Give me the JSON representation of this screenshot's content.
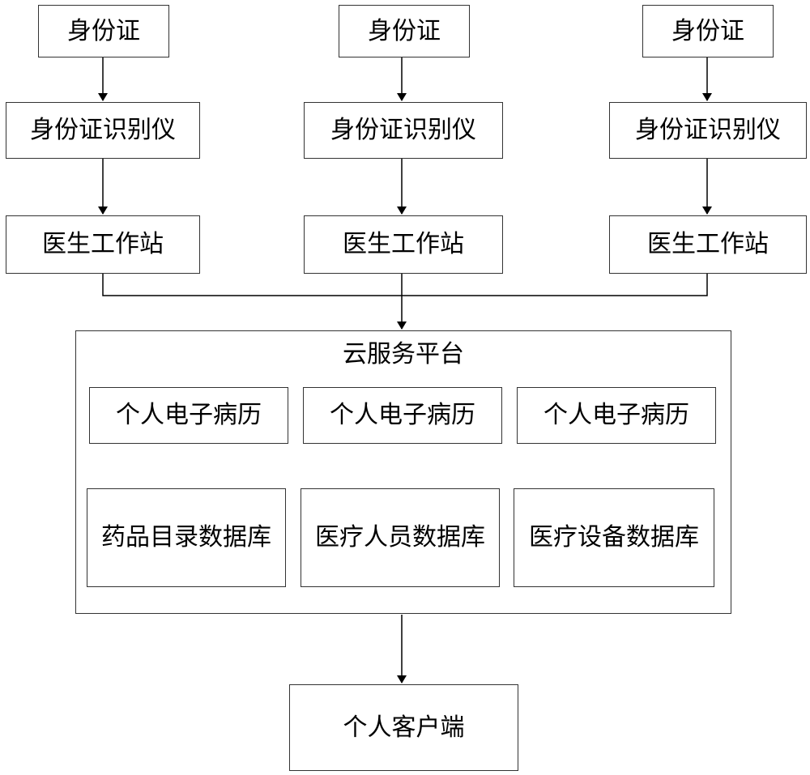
{
  "columns": [
    {
      "id_card": "身份证",
      "id_reader": "身份证识别仪",
      "workstation": "医生工作站"
    },
    {
      "id_card": "身份证",
      "id_reader": "身份证识别仪",
      "workstation": "医生工作站"
    },
    {
      "id_card": "身份证",
      "id_reader": "身份证识别仪",
      "workstation": "医生工作站"
    }
  ],
  "cloud_platform": {
    "title": "云服务平台",
    "medical_records": [
      "个人电子病历",
      "个人电子病历",
      "个人电子病历"
    ],
    "databases": [
      "药品目录数据库",
      "医疗人员数据库",
      "医疗设备数据库"
    ]
  },
  "client": "个人客户端"
}
